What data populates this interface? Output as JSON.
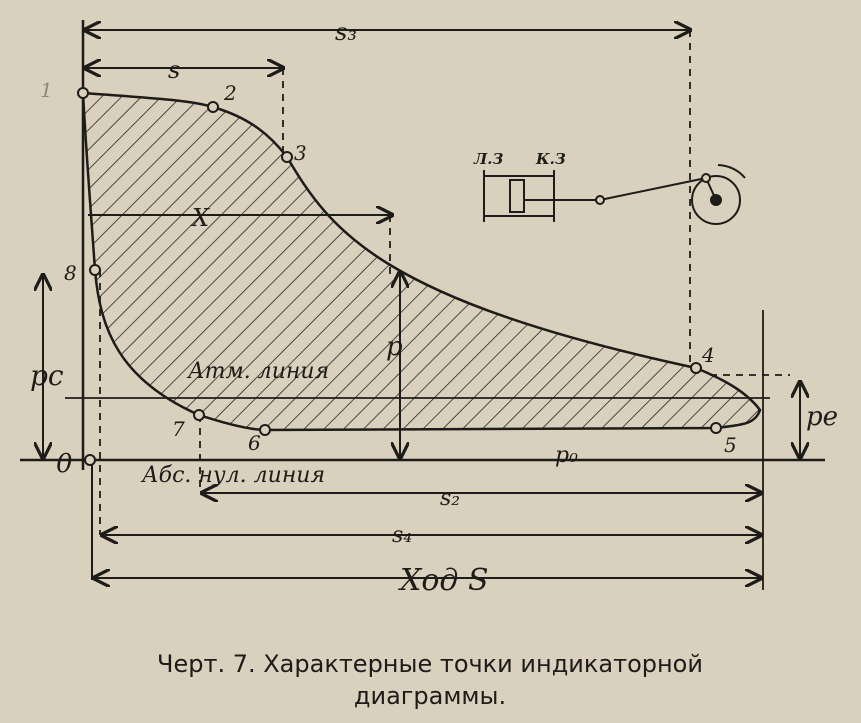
{
  "diagram": {
    "dimensions": {
      "s3": "s₃",
      "s": "s",
      "x": "X",
      "s2": "s₂",
      "s4": "s₄",
      "stroke": "Ход S"
    },
    "pressures": {
      "pc": "pc",
      "p": "p",
      "pe": "pe",
      "p0": "p₀"
    },
    "points": [
      "1",
      "2",
      "3",
      "4",
      "5",
      "6",
      "7",
      "8",
      "0"
    ],
    "lines": {
      "atm": "Атм. линия",
      "abs_zero": "Абс. нул. линия"
    },
    "mechanism": {
      "left_label": "Л.З",
      "right_label": "К.З"
    }
  },
  "caption": {
    "line1": "Черт. 7.  Характерные точки индикаторной",
    "line2": "диаграммы."
  }
}
